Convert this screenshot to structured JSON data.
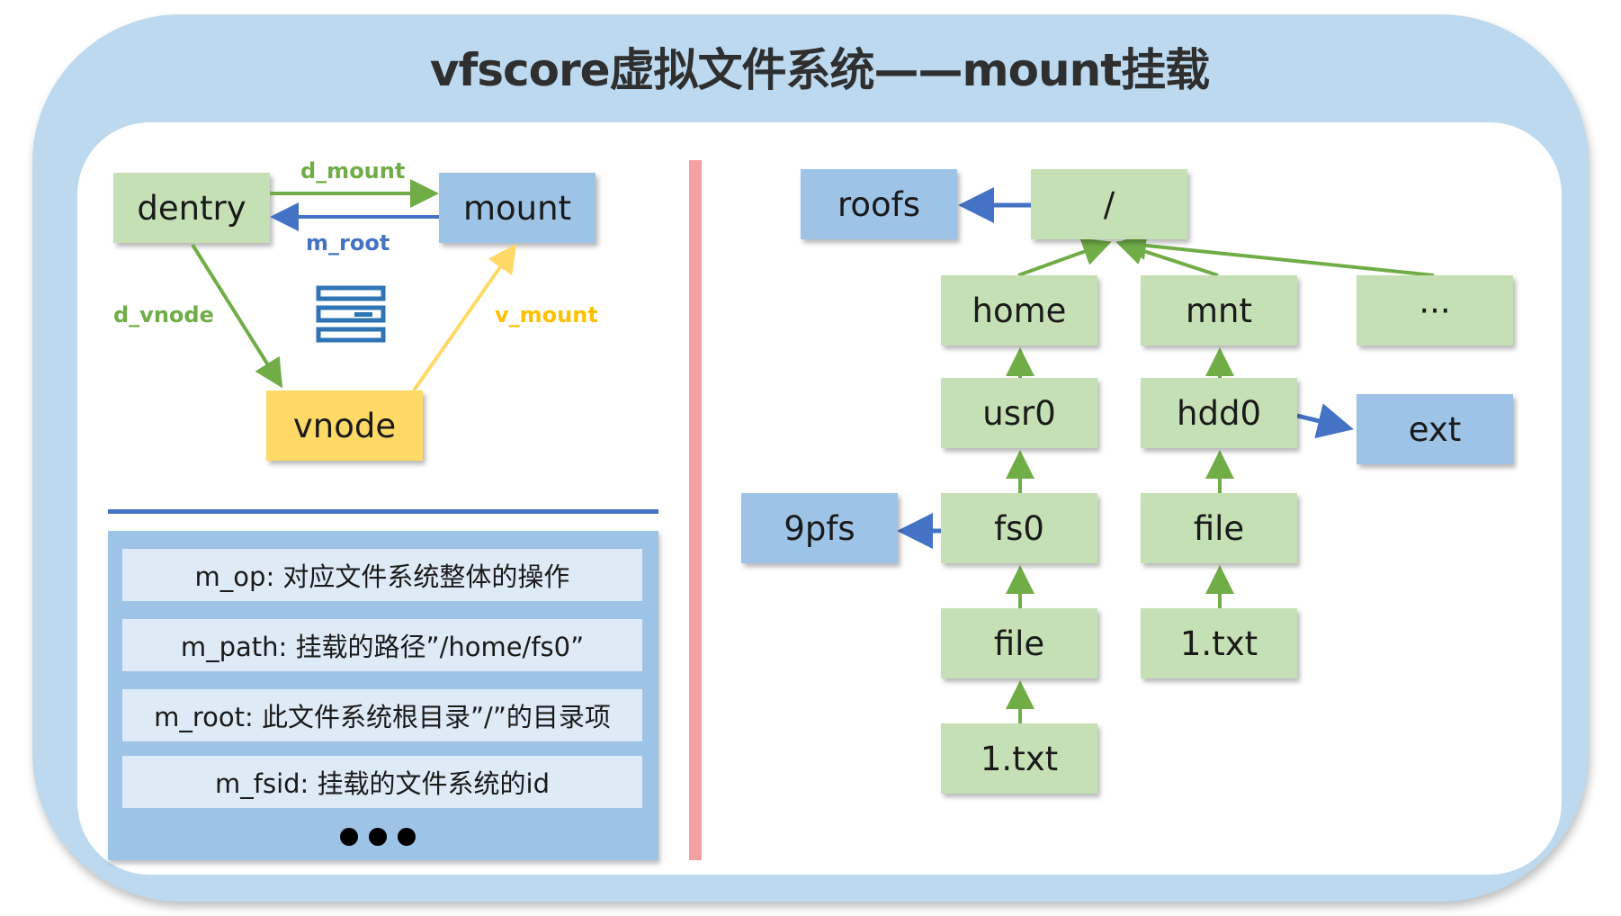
{
  "title": "vfscore虚拟文件系统——mount挂载",
  "left_diagram": {
    "dentry": "dentry",
    "mount": "mount",
    "vnode": "vnode",
    "d_mount": "d_mount",
    "m_root": "m_root",
    "d_vnode": "d_vnode",
    "v_mount": "v_mount"
  },
  "struct_fields": [
    "m_op: 对应文件系统整体的操作",
    "m_path: 挂载的路径”/home/fs0”",
    "m_root: 此文件系统根目录”/”的目录项",
    "m_fsid: 挂载的文件系统的id"
  ],
  "tree": {
    "roofs": "roofs",
    "root": "/",
    "home": "home",
    "mnt": "mnt",
    "more": "···",
    "usr0": "usr0",
    "hdd0": "hdd0",
    "ext": "ext",
    "ninepfs": "9pfs",
    "fs0": "fs0",
    "file_left": "file",
    "file_right": "file",
    "txt_right": "1.txt",
    "txt_left": "1.txt"
  },
  "colors": {
    "green_arrow": "#70ad47",
    "blue_arrow": "#4472c4",
    "yellow_arrow": "#ffd966",
    "d_mount_label": "#70ad47",
    "m_root_label": "#4472c4",
    "d_vnode_label": "#70ad47",
    "v_mount_label": "#ffc000"
  }
}
